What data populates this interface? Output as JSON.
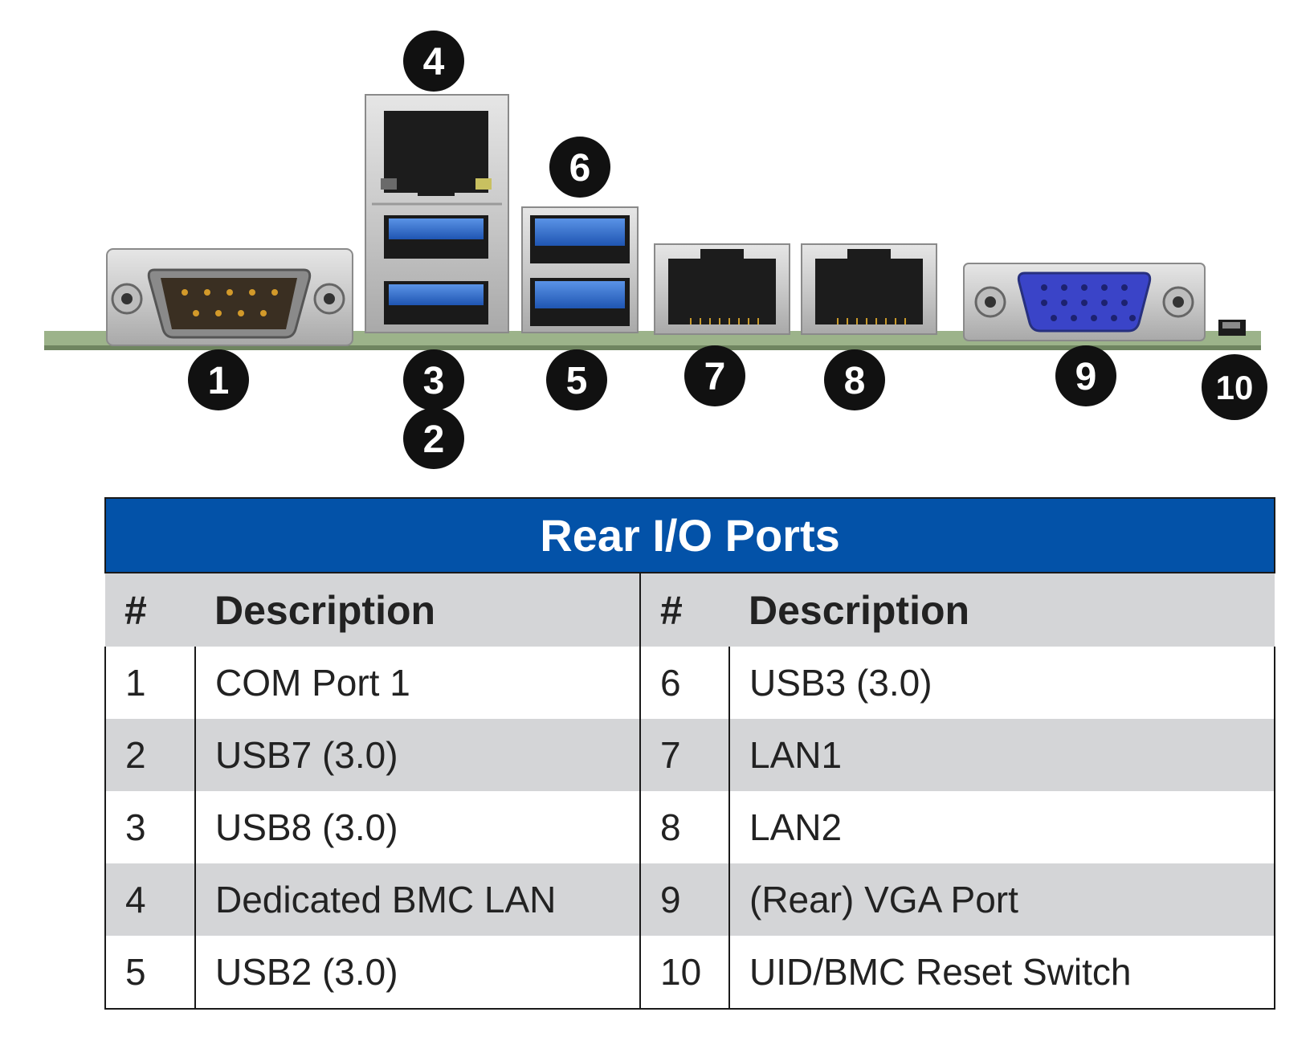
{
  "diagram": {
    "callouts": [
      {
        "label": "1"
      },
      {
        "label": "2"
      },
      {
        "label": "3"
      },
      {
        "label": "4"
      },
      {
        "label": "5"
      },
      {
        "label": "6"
      },
      {
        "label": "7"
      },
      {
        "label": "8"
      },
      {
        "label": "9"
      },
      {
        "label": "10"
      }
    ]
  },
  "table": {
    "title": "Rear I/O Ports",
    "headers": [
      "#",
      "Description",
      "#",
      "Description"
    ],
    "rows": [
      {
        "n1": "1",
        "d1": "COM Port 1",
        "n2": "6",
        "d2": "USB3 (3.0)"
      },
      {
        "n1": "2",
        "d1": "USB7 (3.0)",
        "n2": "7",
        "d2": "LAN1"
      },
      {
        "n1": "3",
        "d1": "USB8 (3.0)",
        "n2": "8",
        "d2": "LAN2"
      },
      {
        "n1": "4",
        "d1": "Dedicated BMC LAN",
        "n2": "9",
        "d2": "(Rear) VGA Port"
      },
      {
        "n1": "5",
        "d1": "USB2 (3.0)",
        "n2": "10",
        "d2": "UID/BMC Reset Switch"
      }
    ]
  },
  "colors": {
    "title_bar": "#0352a8",
    "header_and_stripe": "#d4d5d7",
    "usb_blue": "#2f6fd0",
    "vga_blue": "#3a44c8",
    "pcb_green": "#9cb38a",
    "callout": "#111111"
  }
}
